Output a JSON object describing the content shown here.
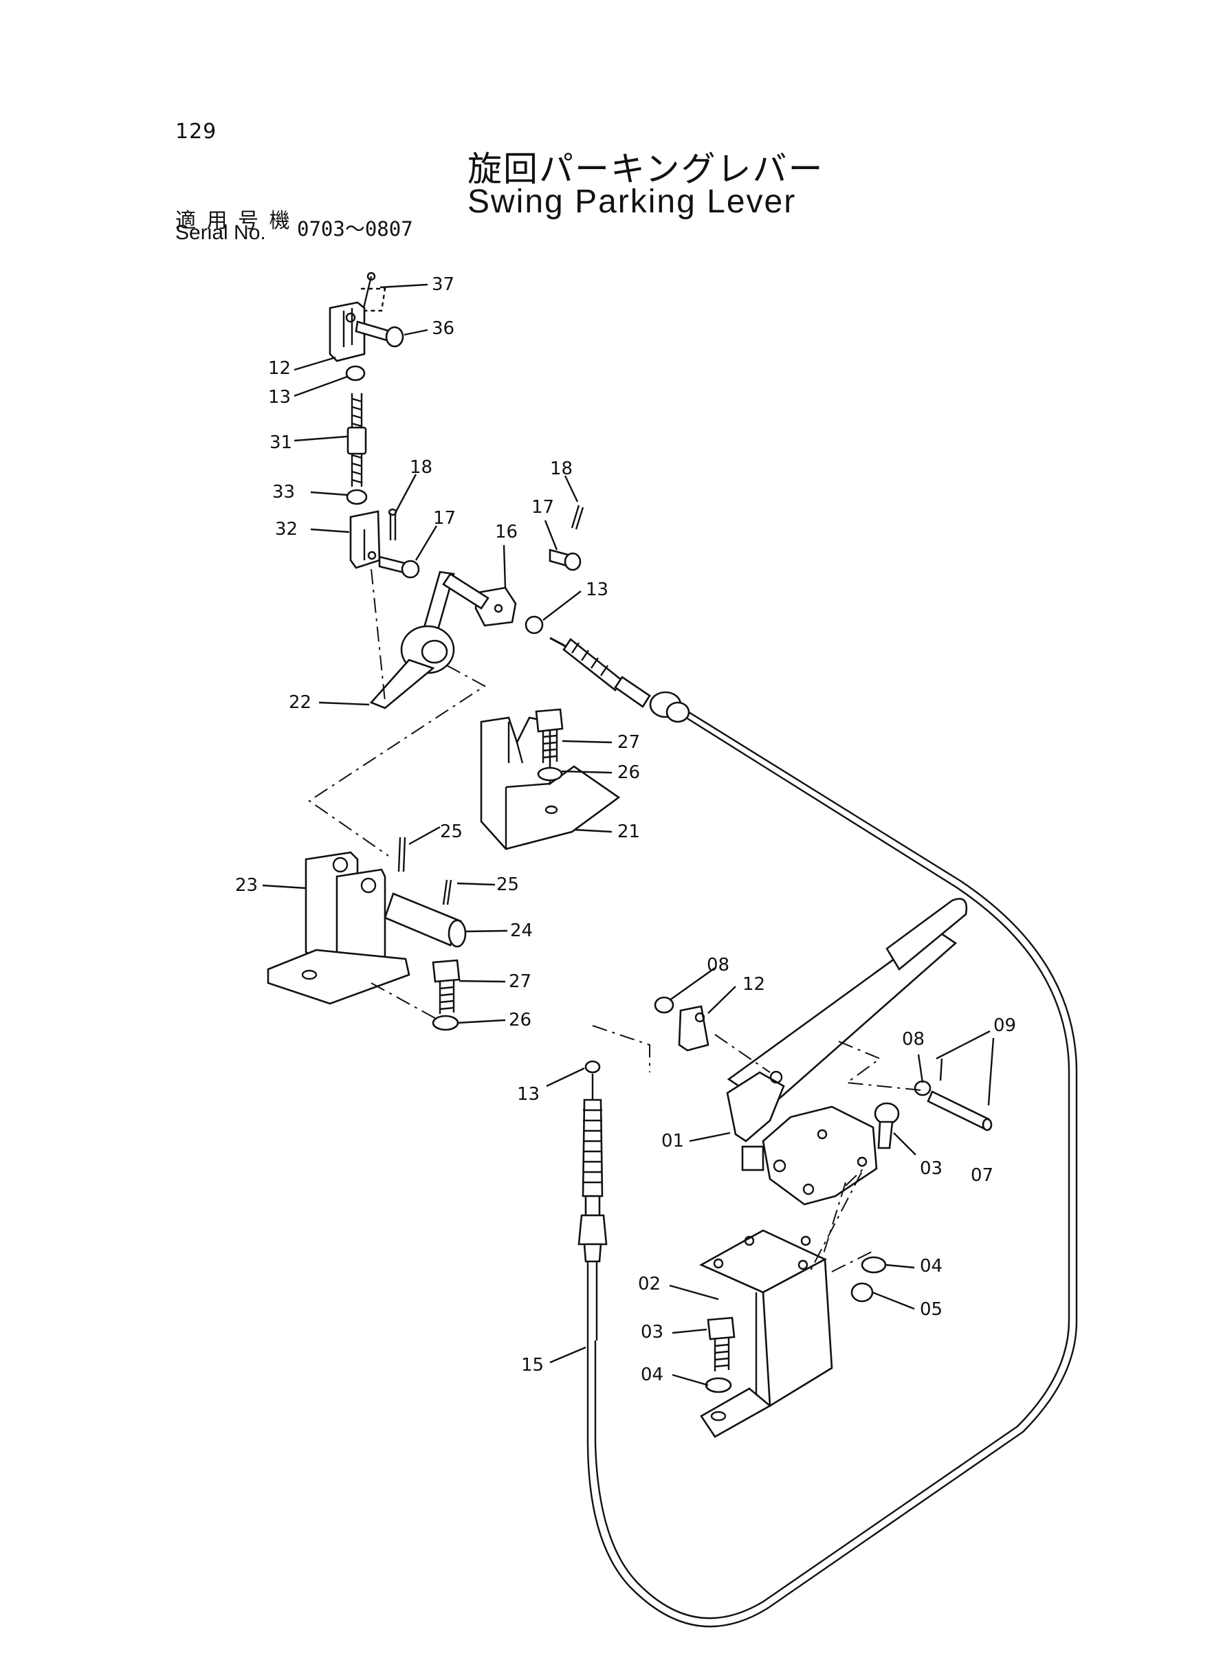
{
  "page_number": "129",
  "title_jp": "旋回パーキングレバー",
  "title_en": "Swing Parking Lever",
  "serial_label_jp": "適 用 号 機",
  "serial_label_en": "Serial No.",
  "serial_range": "0703～0807",
  "callouts": {
    "c37": "37",
    "c36": "36",
    "c12a": "12",
    "c13a": "13",
    "c31": "31",
    "c18a": "18",
    "c33": "33",
    "c32": "32",
    "c17a": "17",
    "c18b": "18",
    "c17b": "17",
    "c16": "16",
    "c13b": "13",
    "c22": "22",
    "c27a": "27",
    "c26a": "26",
    "c21": "21",
    "c25a": "25",
    "c25b": "25",
    "c23": "23",
    "c24": "24",
    "c27b": "27",
    "c26b": "26",
    "c08a": "08",
    "c12b": "12",
    "c09": "09",
    "c08b": "08",
    "c13c": "13",
    "c01": "01",
    "c03a": "03",
    "c07": "07",
    "c04a": "04",
    "c02": "02",
    "c05": "05",
    "c03b": "03",
    "c04b": "04",
    "c15": "15"
  }
}
